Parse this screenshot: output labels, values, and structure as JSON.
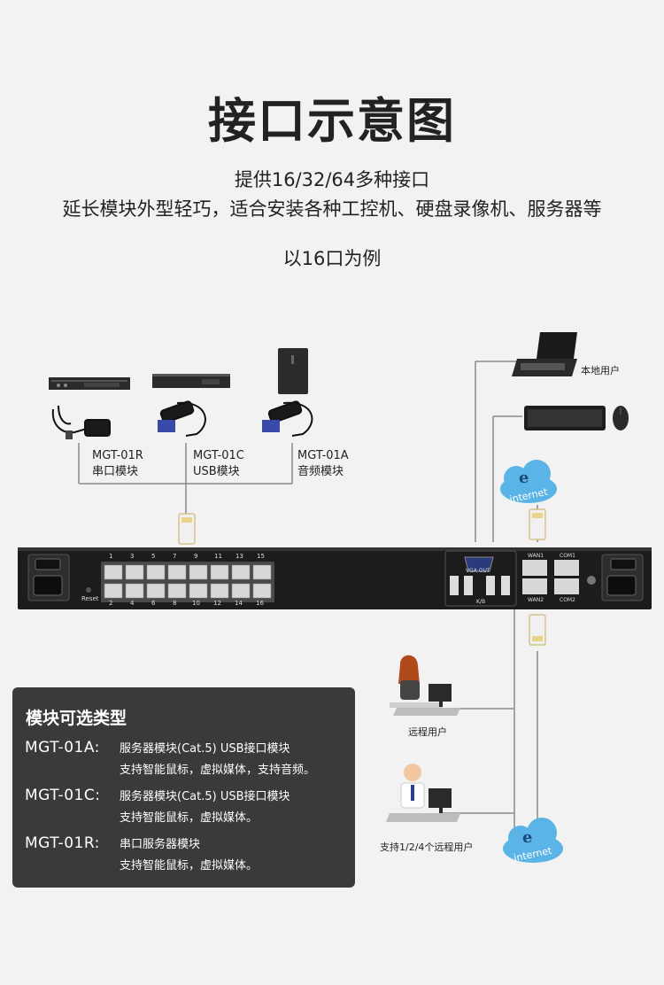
{
  "header": {
    "title": "接口示意图",
    "line1": "提供16/32/64多种接口",
    "line2": "延长模块外型轻巧，适合安装各种工控机、硬盘录像机、服务器等",
    "line3": "以16口为例"
  },
  "modules": [
    {
      "code": "MGT-01R",
      "name": "串口模块"
    },
    {
      "code": "MGT-01C",
      "name": "USB模块"
    },
    {
      "code": "MGT-01A",
      "name": "音频模块"
    }
  ],
  "users": {
    "local": "本地用户",
    "remote": "远程用户",
    "multi": "支持1/2/4个远程用户"
  },
  "cloud_label": "internet",
  "device": {
    "reset": "Reset",
    "ports_top": [
      "1",
      "3",
      "5",
      "7",
      "9",
      "11",
      "13",
      "15"
    ],
    "ports_bottom": [
      "2",
      "4",
      "6",
      "8",
      "10",
      "12",
      "14",
      "16"
    ],
    "vga": "VGA OUT",
    "kb": "K/B",
    "wan1": "WAN1",
    "wan2": "WAN2",
    "com1": "COM1",
    "com2": "COM2"
  },
  "legend": {
    "title": "模块可选类型",
    "items": [
      {
        "code": "MGT-01A:",
        "desc1": "服务器模块(Cat.5) USB接口模块",
        "desc2": "支持智能鼠标，虚拟媒体，支持音频。"
      },
      {
        "code": "MGT-01C:",
        "desc1": "服务器模块(Cat.5) USB接口模块",
        "desc2": "支持智能鼠标，虚拟媒体。"
      },
      {
        "code": "MGT-01R:",
        "desc1": "串口服务器模块",
        "desc2": "支持智能鼠标，虚拟媒体。"
      }
    ]
  },
  "colors": {
    "background": "#f2f2f2",
    "device": "#1c1c1c",
    "legend_bg": "#3a3a3a",
    "cloud": "#5ab4e6"
  }
}
